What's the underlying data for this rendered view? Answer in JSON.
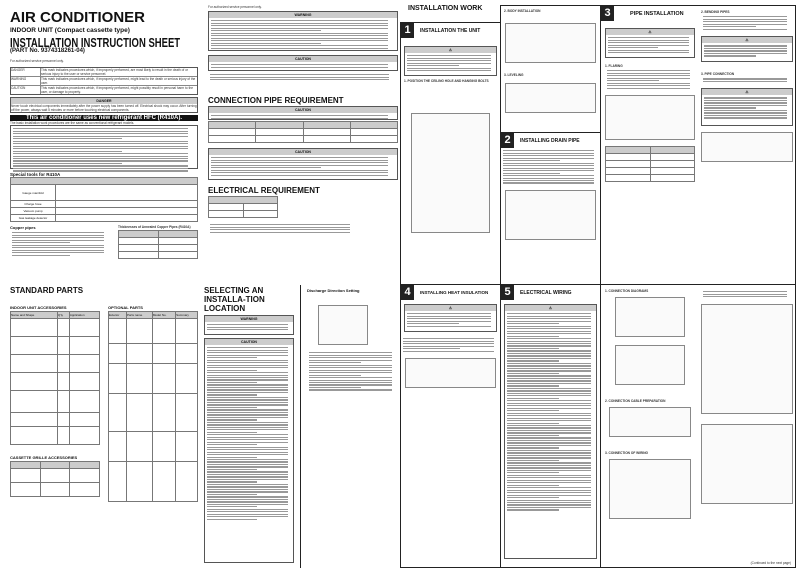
{
  "header": {
    "title": "AIR CONDITIONER",
    "subtitle": "INDOOR UNIT (Compact cassette type)",
    "sheet_title": "INSTALLATION INSTRUCTION SHEET",
    "part_no": "(PART No. 9374318261-04)",
    "note": "For authorized service personnel only."
  },
  "legend": [
    {
      "label": "DANGER",
      "text": "This mark indicates procedures which, if improperly performed, are most likely to result in the death of or serious injury to the user or service personnel."
    },
    {
      "label": "WARNING",
      "text": "This mark indicates procedures which, if improperly performed, might lead to the death or serious injury of the user."
    },
    {
      "label": "CAUTION",
      "text": "This mark indicates procedures which, if improperly performed, might possibly result in personal harm to the user, or damage to property."
    }
  ],
  "danger_box": {
    "title": "DANGER",
    "text": "Never touch electrical components immediately after the power supply has been turned off. Electrical shock may occur. After turning off the power, always wait 5 minutes or more before touching electrical components."
  },
  "refrigerant_banner": "This air conditioner uses new refrigerant HFC (R410A).",
  "refrigerant_note": "The basic installation work procedures are the same as conventional refrigerant models.",
  "special_tools": {
    "title": "Special tools for R410A",
    "rows": [
      "Gauge manifold",
      "Charge hose",
      "Vacuum pump",
      "Gas leakage detector"
    ]
  },
  "copper_pipes": {
    "title": "Copper pipes",
    "table_title": "Thicknesses of Annealed Copper Pipes (R410A)"
  },
  "warning_top": {
    "title": "WARNING",
    "note": "For authorized service personnel only."
  },
  "connection_pipe": {
    "title": "CONNECTION PIPE REQUIREMENT",
    "caution": "CAUTION"
  },
  "electrical_req": {
    "title": "ELECTRICAL REQUIREMENT"
  },
  "standard_parts": {
    "title": "STANDARD PARTS",
    "indoor_title": "INDOOR UNIT ACCESSORIES",
    "cassette_title": "CASSETTE GRILLE ACCESSORIES",
    "optional_title": "OPTIONAL PARTS",
    "cols": [
      "Name and Shape",
      "Q'ty",
      "Application"
    ],
    "opt_cols": [
      "Exterior",
      "Parts name",
      "Model No.",
      "Summary"
    ]
  },
  "selecting": {
    "title": "SELECTING AN INSTALLA-TION LOCATION",
    "warning": "WARNING",
    "caution": "CAUTION"
  },
  "discharge": {
    "title": "Discharge Direction Setting"
  },
  "installation_work": {
    "title": "INSTALLATION WORK"
  },
  "sections": [
    {
      "num": "1",
      "title": "INSTALLATION THE UNIT"
    },
    {
      "num": "2",
      "title": "INSTALLING DRAIN PIPE"
    },
    {
      "num": "3",
      "title": "PIPE INSTALLATION"
    },
    {
      "num": "4",
      "title": "INSTALLING HEAT INSULATION"
    },
    {
      "num": "5",
      "title": "ELECTRICAL WIRING"
    }
  ],
  "sub": {
    "body": "2. BODY INSTALLATION",
    "leveling": "3. LEVELING",
    "position": "1. POSITION THE CEILING HOLE AND HANGING BOLTS",
    "flaring": "1. FLARING",
    "bending": "2. BENDING PIPES",
    "pipe_conn": "3. PIPE CONNECTION",
    "conn_diag": "1. CONNECTION DIAGRAMS",
    "cable_prep": "2. CONNECTION CABLE PREPARATION",
    "conn_wiring": "3. CONNECTION OF WIRING"
  },
  "footer": "(Continued to the next page)"
}
